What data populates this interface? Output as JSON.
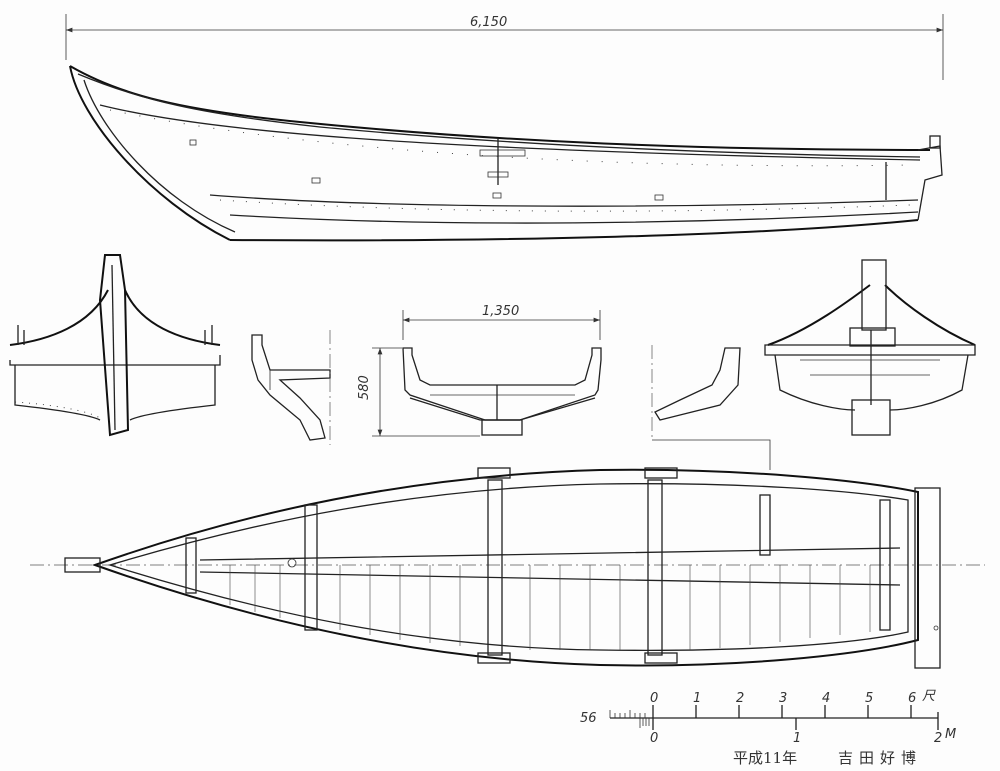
{
  "drawing": {
    "overall_length_label": "6,150",
    "beam_label": "1,350",
    "depth_label": "580",
    "scale": {
      "left_label": "56",
      "shaku_ticks": [
        "0",
        "1",
        "2",
        "3",
        "4",
        "5",
        "6"
      ],
      "shaku_unit": "尺",
      "meter_ticks": [
        "0",
        "1",
        "2"
      ],
      "meter_unit": "M"
    },
    "signature": {
      "date": "平成11年",
      "author": "吉田好博"
    }
  }
}
